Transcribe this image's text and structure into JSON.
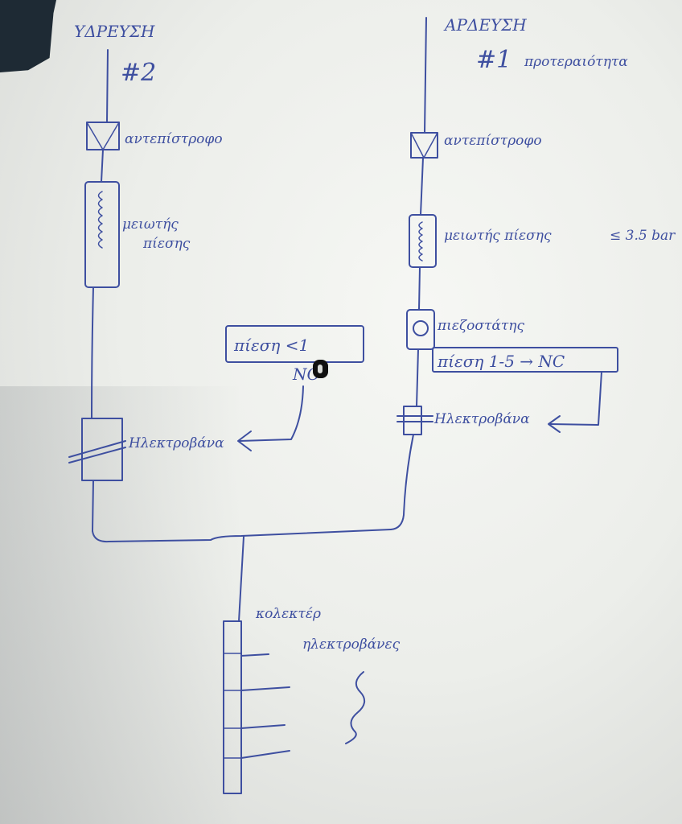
{
  "left_branch": {
    "title": "ΥΔΡΕΥΣΗ",
    "number": "#2",
    "check_valve_label": "αντεπίστροφο",
    "pressure_reducer_label_1": "μειωτής",
    "pressure_reducer_label_2": "πίεσης",
    "solenoid_label": "Ηλεκτροβάνα"
  },
  "right_branch": {
    "title": "ΑΡΔΕΥΣΗ",
    "number": "#1",
    "priority_label": "προτεραιότητα",
    "check_valve_label": "αντεπίστροφο",
    "pressure_reducer_label": "μειωτής πίεσης",
    "pressure_reducer_limit": "≤ 3.5 bar",
    "pressure_switch_label": "πιεζοστάτης",
    "pressure_switch_setting": "πίεση 1-5 → NC",
    "solenoid_label": "Ηλεκτροβάνα"
  },
  "condition": {
    "label": "πίεση <1",
    "state": "NO"
  },
  "collector": {
    "label_1": "κολεκτέρ",
    "label_2": "ηλεκτροβάνες"
  },
  "colors": {
    "ink": "#3e4fa0",
    "paper": "#eceeea"
  }
}
